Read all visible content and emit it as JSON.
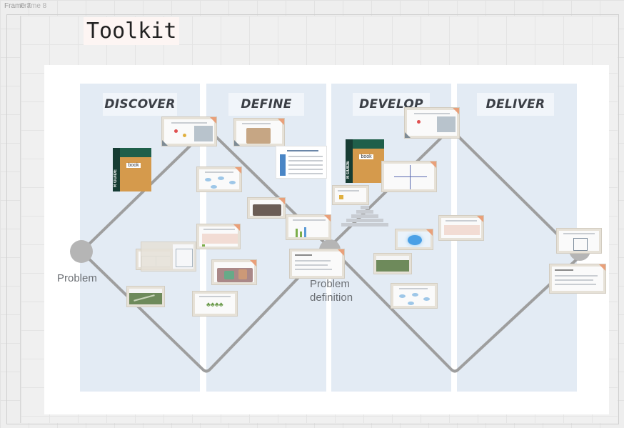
{
  "frames": {
    "label_back": "Frame 7",
    "label_front": "Frame 8"
  },
  "title": "Toolkit",
  "phases": [
    "DISCOVER",
    "DEFINE",
    "DEVELOP",
    "DELIVER"
  ],
  "nodes": {
    "problem": "Problem",
    "problem_definition_line1": "Problem",
    "problem_definition_line2": "definition"
  },
  "books": {
    "spine": "R GUIDE",
    "cover_word": "book"
  },
  "colors": {
    "phase_column": "#e3ebf4",
    "diamond_line": "#9e9e9e",
    "node": "#b5b5b5",
    "card_border": "#e6e1d7",
    "card_corner": "#e9a07a"
  }
}
